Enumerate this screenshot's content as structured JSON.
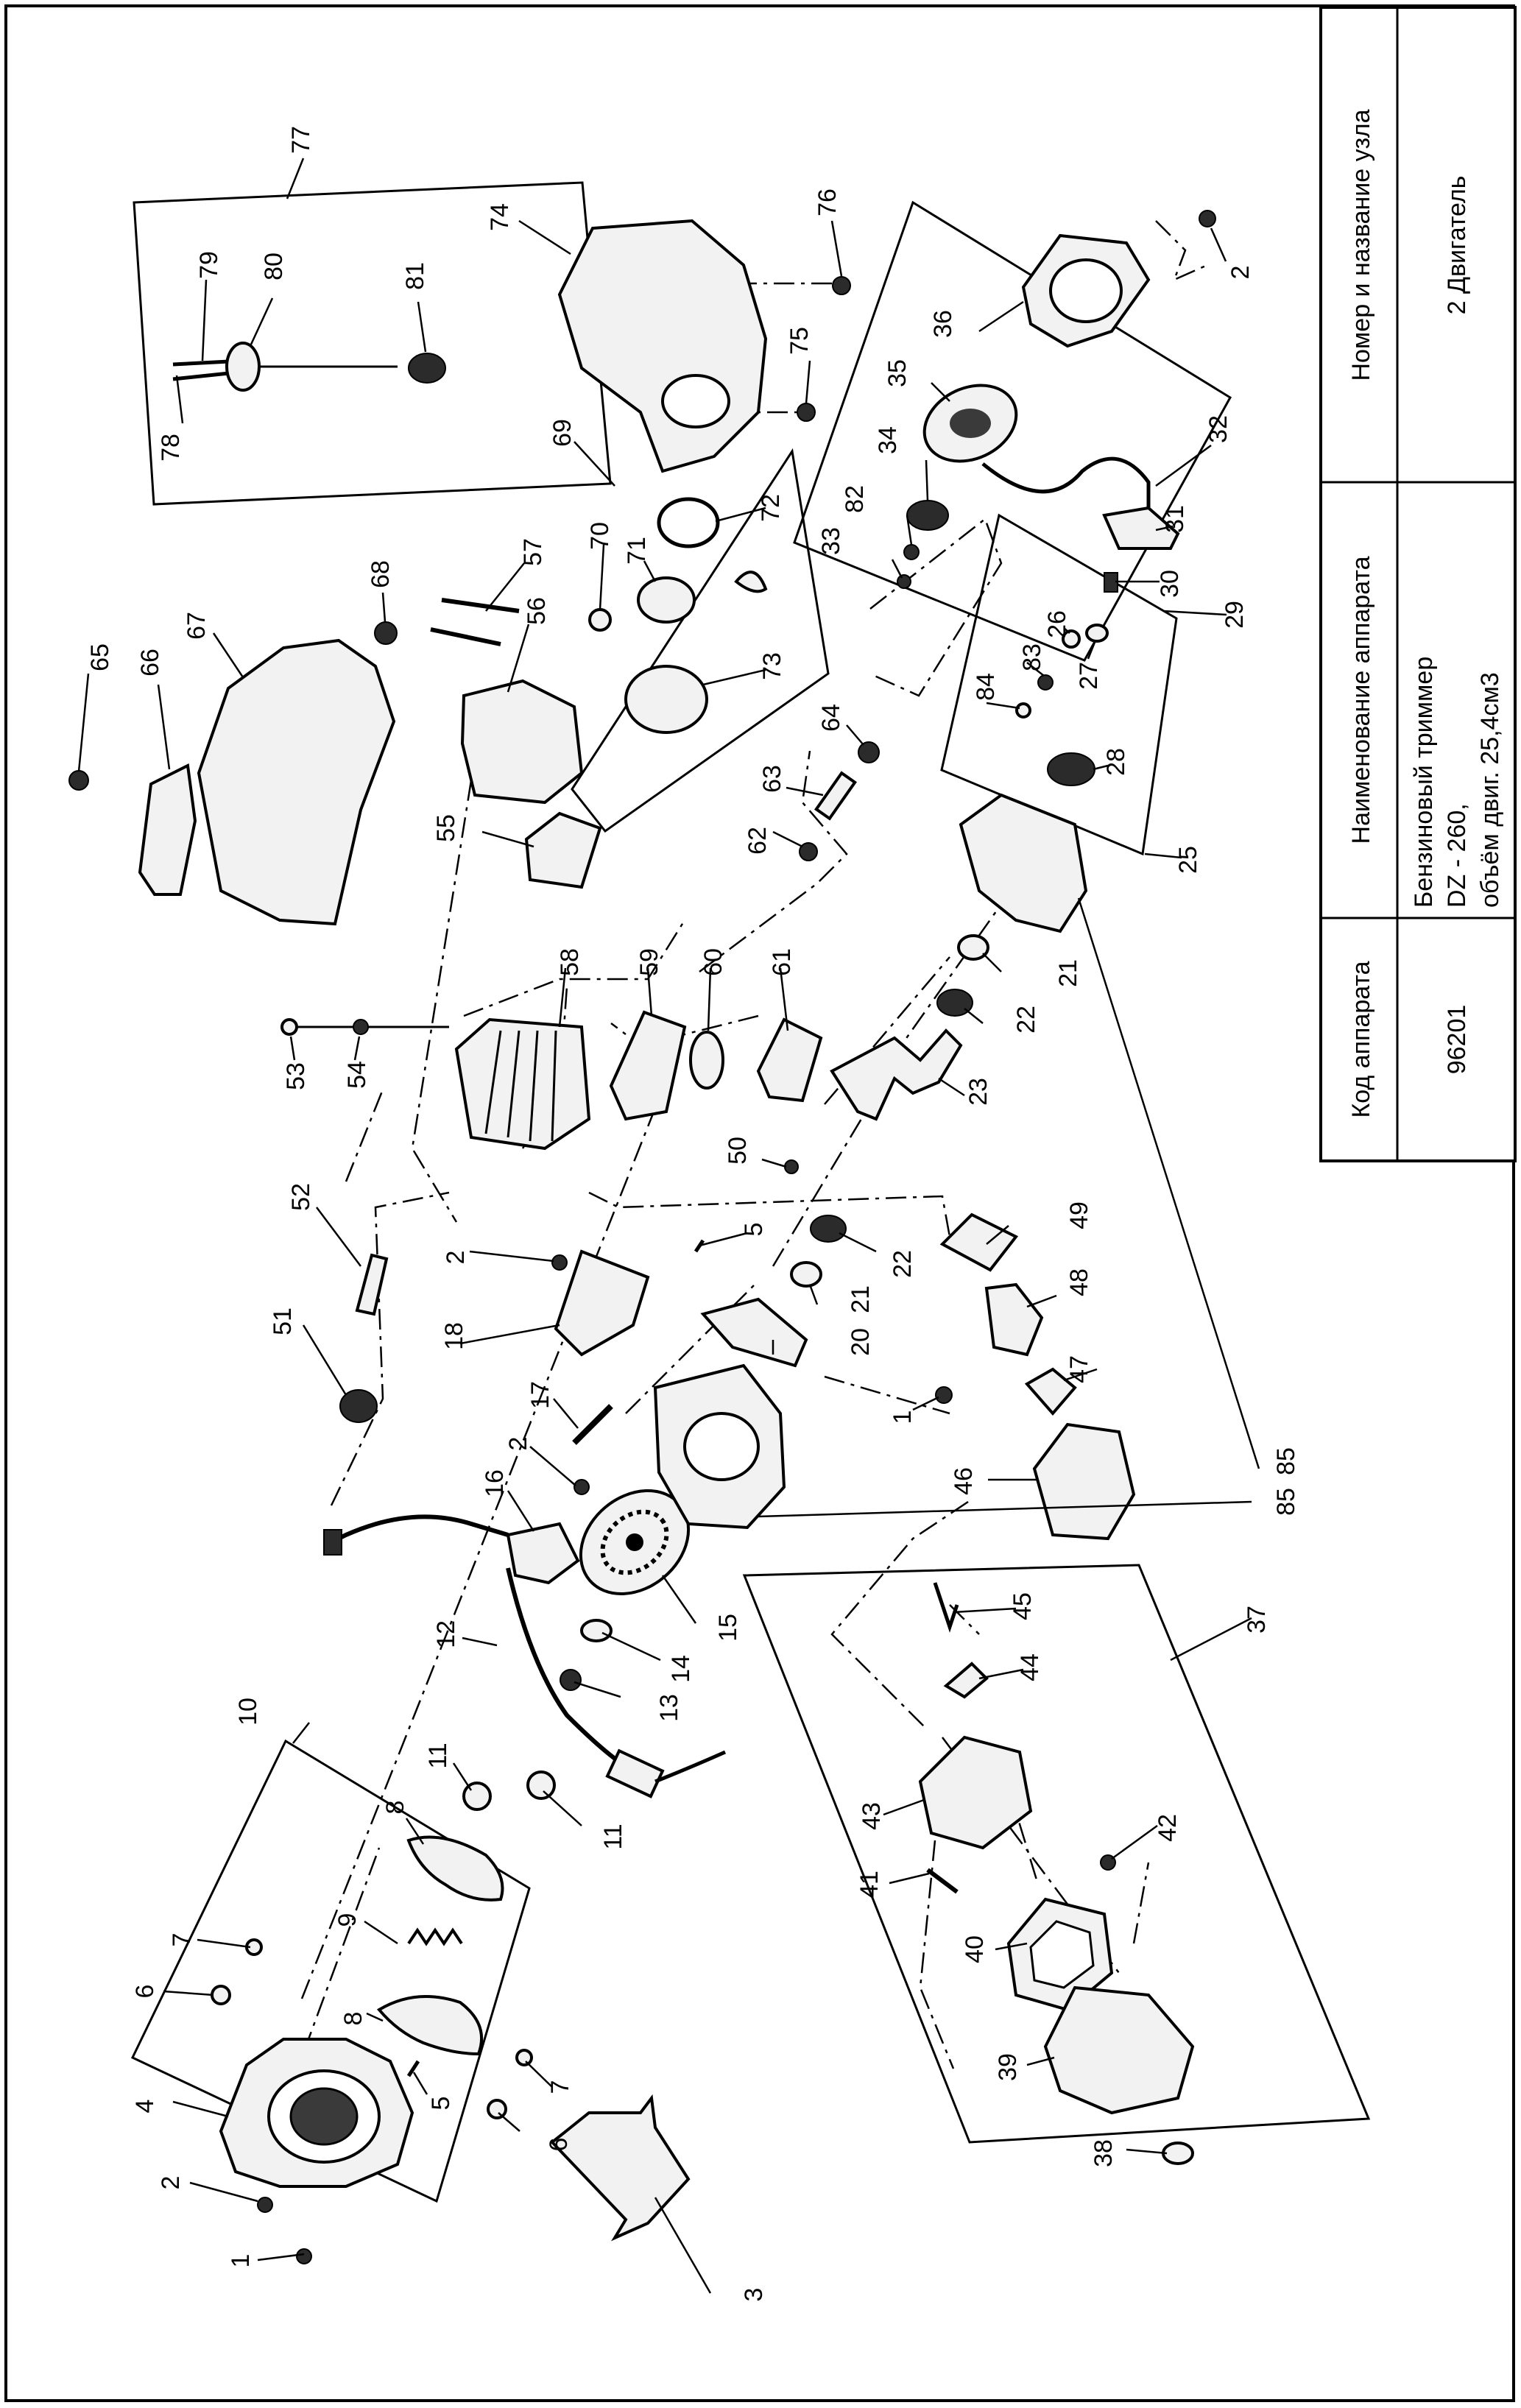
{
  "title_block": {
    "header_code": "Код аппарата",
    "header_name": "Наименование аппарата",
    "header_unit": "Номер и название узла",
    "code": "96201",
    "name_line1": "Бензиновый триммер",
    "name_line2": "DZ - 260,",
    "name_line3": "объём двиг. 25,4см3",
    "unit": "2 Двигатель"
  },
  "callouts": [
    {
      "id": "c1a",
      "text": "1"
    },
    {
      "id": "c2a",
      "text": "2"
    },
    {
      "id": "c3",
      "text": "3"
    },
    {
      "id": "c4",
      "text": "4"
    },
    {
      "id": "c5a",
      "text": "5"
    },
    {
      "id": "c6a",
      "text": "6"
    },
    {
      "id": "c7a",
      "text": "7"
    },
    {
      "id": "c6b",
      "text": "6"
    },
    {
      "id": "c7b",
      "text": "7"
    },
    {
      "id": "c8a",
      "text": "8"
    },
    {
      "id": "c9",
      "text": "9"
    },
    {
      "id": "c8b",
      "text": "8"
    },
    {
      "id": "c10",
      "text": "10"
    },
    {
      "id": "c11a",
      "text": "11"
    },
    {
      "id": "c11b",
      "text": "11"
    },
    {
      "id": "c12",
      "text": "12"
    },
    {
      "id": "c13",
      "text": "13"
    },
    {
      "id": "c14",
      "text": "14"
    },
    {
      "id": "c15",
      "text": "15"
    },
    {
      "id": "c16",
      "text": "16"
    },
    {
      "id": "c2b",
      "text": "2"
    },
    {
      "id": "c17",
      "text": "17"
    },
    {
      "id": "c18",
      "text": "18"
    },
    {
      "id": "c2c",
      "text": "2"
    },
    {
      "id": "c51",
      "text": "51"
    },
    {
      "id": "c52",
      "text": "52"
    },
    {
      "id": "c53",
      "text": "53"
    },
    {
      "id": "c54",
      "text": "54"
    },
    {
      "id": "c58",
      "text": "58"
    },
    {
      "id": "c59",
      "text": "59"
    },
    {
      "id": "c60",
      "text": "60"
    },
    {
      "id": "c61",
      "text": "61"
    },
    {
      "id": "c50",
      "text": "50"
    },
    {
      "id": "c5b",
      "text": "5"
    },
    {
      "id": "c20",
      "text": "20"
    },
    {
      "id": "c21a",
      "text": "21"
    },
    {
      "id": "c22a",
      "text": "22"
    },
    {
      "id": "c23",
      "text": "23"
    },
    {
      "id": "c22b",
      "text": "22"
    },
    {
      "id": "c21b",
      "text": "21"
    },
    {
      "id": "c49",
      "text": "49"
    },
    {
      "id": "c48",
      "text": "48"
    },
    {
      "id": "c47",
      "text": "47"
    },
    {
      "id": "c1b",
      "text": "1"
    },
    {
      "id": "c46",
      "text": "46"
    },
    {
      "id": "c85a",
      "text": "85"
    },
    {
      "id": "c85b",
      "text": "85"
    },
    {
      "id": "c65",
      "text": "65"
    },
    {
      "id": "c66",
      "text": "66"
    },
    {
      "id": "c67",
      "text": "67"
    },
    {
      "id": "c68",
      "text": "68"
    },
    {
      "id": "c55",
      "text": "55"
    },
    {
      "id": "c56",
      "text": "56"
    },
    {
      "id": "c57",
      "text": "57"
    },
    {
      "id": "c69",
      "text": "69"
    },
    {
      "id": "c70",
      "text": "70"
    },
    {
      "id": "c71",
      "text": "71"
    },
    {
      "id": "c72",
      "text": "72"
    },
    {
      "id": "c73",
      "text": "73"
    },
    {
      "id": "c62",
      "text": "62"
    },
    {
      "id": "c63",
      "text": "63"
    },
    {
      "id": "c64",
      "text": "64"
    },
    {
      "id": "c74",
      "text": "74"
    },
    {
      "id": "c75",
      "text": "75"
    },
    {
      "id": "c76",
      "text": "76"
    },
    {
      "id": "c77",
      "text": "77"
    },
    {
      "id": "c78",
      "text": "78"
    },
    {
      "id": "c79",
      "text": "79"
    },
    {
      "id": "c80",
      "text": "80"
    },
    {
      "id": "c81",
      "text": "81"
    },
    {
      "id": "c33",
      "text": "33"
    },
    {
      "id": "c82",
      "text": "82"
    },
    {
      "id": "c34",
      "text": "34"
    },
    {
      "id": "c35",
      "text": "35"
    },
    {
      "id": "c36",
      "text": "36"
    },
    {
      "id": "c2d",
      "text": "2"
    },
    {
      "id": "c32",
      "text": "32"
    },
    {
      "id": "c31",
      "text": "31"
    },
    {
      "id": "c30",
      "text": "30"
    },
    {
      "id": "c29",
      "text": "29"
    },
    {
      "id": "c26",
      "text": "26"
    },
    {
      "id": "c83",
      "text": "83"
    },
    {
      "id": "c84",
      "text": "84"
    },
    {
      "id": "c27",
      "text": "27"
    },
    {
      "id": "c28",
      "text": "28"
    },
    {
      "id": "c25",
      "text": "25"
    },
    {
      "id": "c37",
      "text": "37"
    },
    {
      "id": "c45",
      "text": "45"
    },
    {
      "id": "c44",
      "text": "44"
    },
    {
      "id": "c43",
      "text": "43"
    },
    {
      "id": "c42",
      "text": "42"
    },
    {
      "id": "c41",
      "text": "41"
    },
    {
      "id": "c40",
      "text": "40"
    },
    {
      "id": "c39",
      "text": "39"
    },
    {
      "id": "c38",
      "text": "38"
    }
  ]
}
